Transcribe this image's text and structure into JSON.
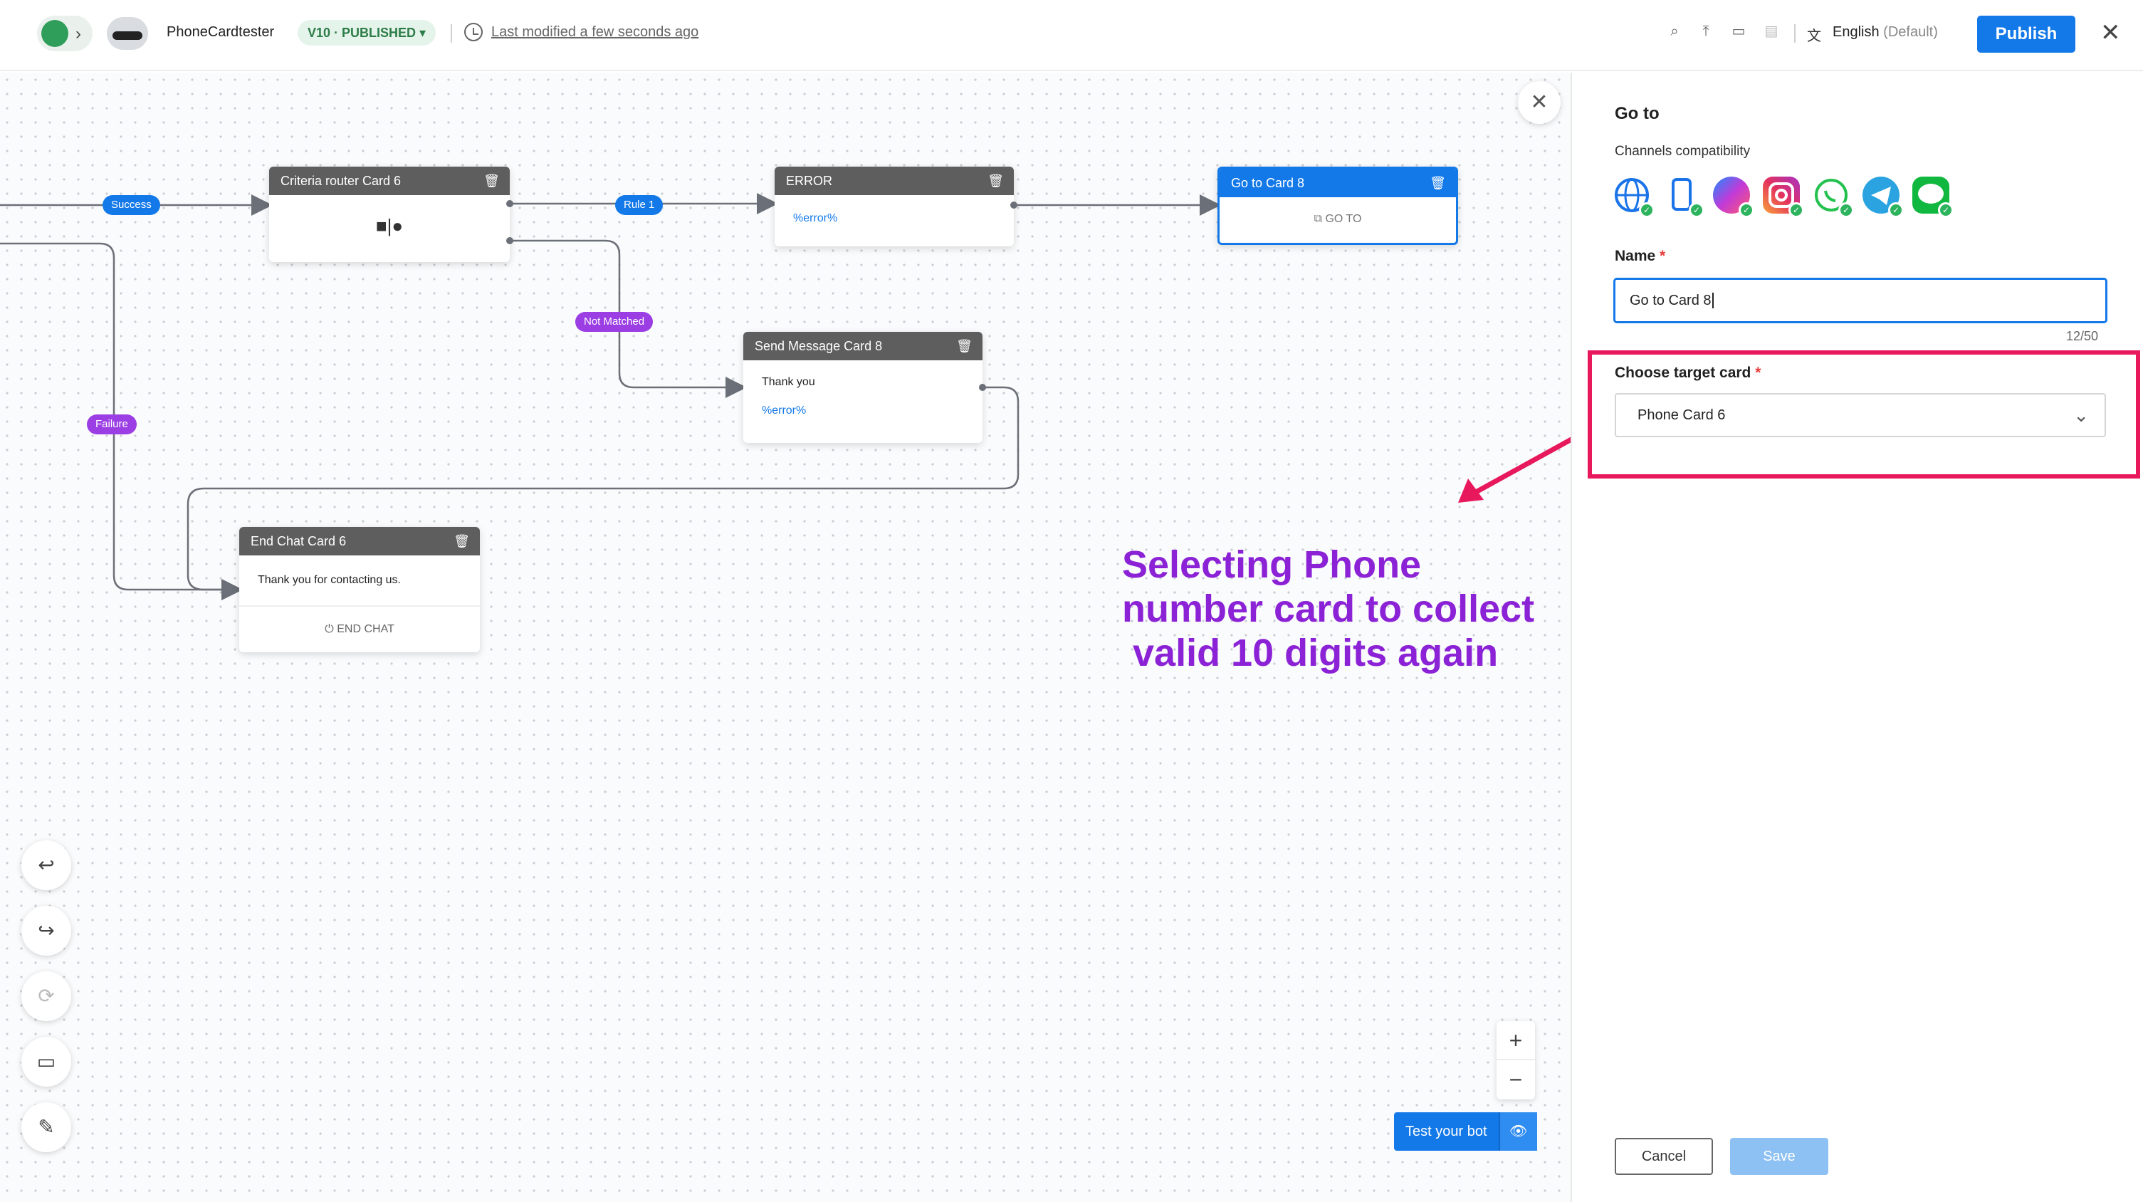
{
  "topbar": {
    "bot_name": "PhoneCardtester",
    "version_badge": "V10 · PUBLISHED ▾",
    "last_modified": "Last modified a few seconds ago",
    "language": "English",
    "language_default": "(Default)",
    "publish_label": "Publish"
  },
  "canvas": {
    "nodes": {
      "criteria": {
        "title": "Criteria router Card 6"
      },
      "error": {
        "title": "ERROR",
        "var": "%error%"
      },
      "goto": {
        "title": "Go to Card 8",
        "footer": "GO TO"
      },
      "send_message": {
        "title": "Send Message Card 8",
        "text": "Thank you",
        "var": "%error%"
      },
      "end_chat": {
        "title": "End Chat Card 6",
        "text": "Thank you for contacting us.",
        "footer": "END CHAT"
      }
    },
    "edge_labels": {
      "success": "Success",
      "rule1": "Rule 1",
      "not_matched": "Not Matched",
      "failure": "Failure"
    },
    "test_bot_label": "Test your bot",
    "annotation_lines": [
      "Selecting Phone",
      "number card to collect",
      " valid 10 digits again"
    ],
    "colors": {
      "accent": "#1479e8",
      "annotation": "#8b22d6",
      "highlight": "#e8185c",
      "label_purple": "#9b3ee3"
    }
  },
  "panel": {
    "title": "Go to",
    "channels_label": "Channels compatibility",
    "channels": [
      "web-icon",
      "mobile-icon",
      "messenger-icon",
      "instagram-icon",
      "whatsapp-icon",
      "telegram-icon",
      "line-icon"
    ],
    "name_label": "Name",
    "name_value": "Go to Card 8",
    "name_counter": "12/50",
    "target_label": "Choose target card",
    "target_value": "Phone Card 6",
    "cancel_label": "Cancel",
    "save_label": "Save"
  }
}
